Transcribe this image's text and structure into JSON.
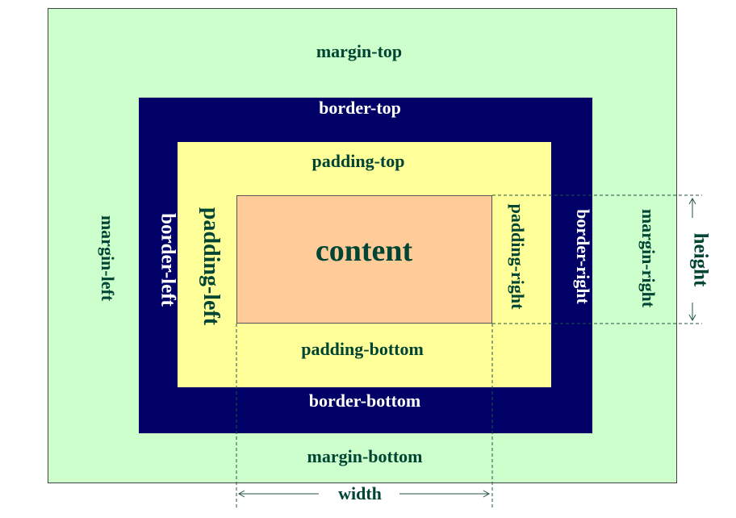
{
  "diagram": {
    "margin": {
      "top": "margin-top",
      "bottom": "margin-bottom",
      "left": "margin-left",
      "right": "margin-right"
    },
    "border": {
      "top": "border-top",
      "bottom": "border-bottom",
      "left": "border-left",
      "right": "border-right"
    },
    "padding": {
      "top": "padding-top",
      "bottom": "padding-bottom",
      "left": "padding-left",
      "right": "padding-right"
    },
    "content": "content",
    "dimensions": {
      "width": "width",
      "height": "height"
    },
    "colors": {
      "margin": "#ccffcc",
      "border": "#000066",
      "padding": "#ffff99",
      "content": "#ffcc99",
      "label_dark": "#004433",
      "label_light": "#ffffff",
      "dimension_lines": "#225544"
    }
  }
}
